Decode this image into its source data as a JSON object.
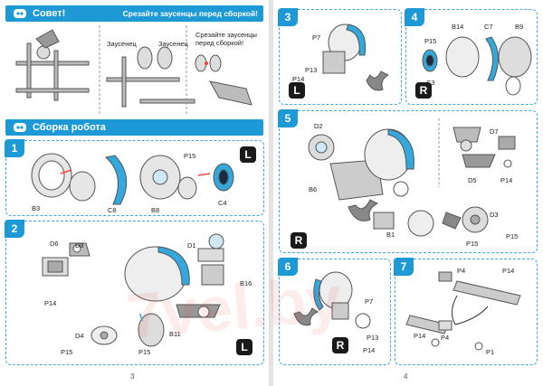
{
  "left_page": {
    "header1": {
      "title": "Совет!",
      "right_text": "Срезайте заусенцы перед сборкой!"
    },
    "tip": {
      "label_burr_left": "Заусенец",
      "label_burr_right": "Заусенец",
      "note_line1": "Срезайте заусенцы",
      "note_line2": "перед сборкой!"
    },
    "header2": {
      "title": "Сборка робота"
    },
    "step1": {
      "number": "1",
      "side": "L",
      "labels": [
        "B3",
        "C8",
        "B8",
        "P15",
        "C4"
      ]
    },
    "step2": {
      "number": "2",
      "side": "L",
      "labels": [
        "D6",
        "D8",
        "D1",
        "P14",
        "B16",
        "D4",
        "B11",
        "P15",
        "P15"
      ]
    },
    "page_number": "3"
  },
  "right_page": {
    "step3": {
      "number": "3",
      "side": "L",
      "labels": [
        "P7",
        "P13",
        "P14"
      ]
    },
    "step4": {
      "number": "4",
      "side": "R",
      "labels": [
        "B14",
        "C7",
        "B9",
        "P15",
        "C3"
      ]
    },
    "step5": {
      "number": "5",
      "side": "R",
      "labels": [
        "D2",
        "B6",
        "D7",
        "D5",
        "P14",
        "D3",
        "B1",
        "P15",
        "P15"
      ]
    },
    "step6": {
      "number": "6",
      "side": "R",
      "labels": [
        "P7",
        "P13",
        "P14"
      ]
    },
    "step7": {
      "number": "7",
      "labels": [
        "P4",
        "P14",
        "P14",
        "P4",
        "P1"
      ]
    },
    "page_number": "4"
  },
  "watermark": "7vel.by",
  "colors": {
    "accent": "#1d9ad6",
    "frame": "#3fa7dc",
    "part_blue": "#33a8dc"
  }
}
